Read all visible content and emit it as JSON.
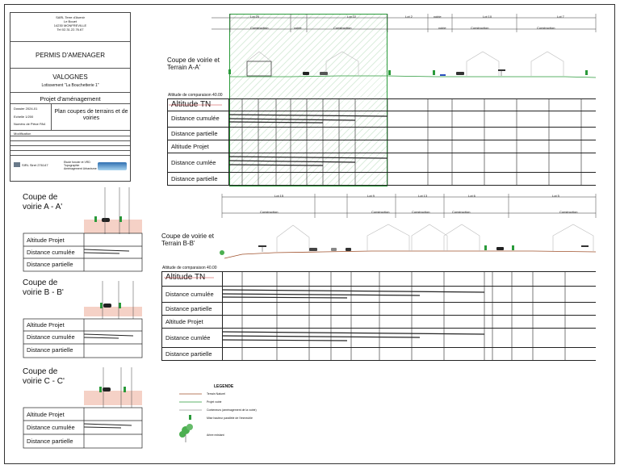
{
  "title_block": {
    "company_lines": [
      "SARL  Terre d'Avenir",
      "Le Bouet",
      "14230 MONFREVILLE",
      "Tel 02.31.22.76.67"
    ],
    "permit": "PERMIS D'AMENAGER",
    "town": "VALOGNES",
    "lot": "Lotissement \"La Bouchetterie 1\"",
    "project": "Projet d'aménagement",
    "dossier": "Dossier 2024-01",
    "echelle": "Echelle 1/200",
    "piece": "Numéro de Pièce PA4",
    "plan_title": "Plan coupes de terrains et de voiries",
    "modif": "Modification",
    "footer_left": "SIRL  Siret 276147",
    "footer_mid": "Etude foncier et VRD Topographie Aménagement Urbanisme"
  },
  "section_aa": {
    "title_line1": "Coupe de voirie et",
    "title_line2": "Terrain A-A'",
    "comparison": "Altitude de comparaison 40.00",
    "rows": [
      "Altitude TN",
      "Distance cumulée",
      "Distance partielle",
      "Altitude Projet",
      "Distance cumlée",
      "Distance partielle"
    ],
    "lots": [
      "Lot 20",
      "Lot 22",
      "Lot 2",
      "voirie",
      "Lot 10",
      "Lot 7"
    ],
    "labels": [
      "Construction",
      "voirie",
      "Construction",
      "voirie",
      "Construction",
      "Construction"
    ]
  },
  "section_bb": {
    "title_line1": "Coupe de voirie et",
    "title_line2": "Terrain B-B'",
    "comparison": "Altitude de comparaison 40.00",
    "rows": [
      "Altitude TN",
      "Distance cumulée",
      "Distance partielle",
      "Altitude Projet",
      "Distance cumlée",
      "Distance partielle"
    ],
    "lots": [
      "Lot 15",
      "Lot 9",
      "Lot 13",
      "Lot 6",
      "Lot 5"
    ],
    "labels": [
      "Construction",
      "Construction",
      "Construction",
      "Construction",
      "Construction"
    ]
  },
  "small_sections": [
    {
      "title_line1": "Coupe de",
      "title_line2": "voirie A - A'",
      "rows": [
        "Altitude Projet",
        "Distance cumulée",
        "Distance partielle"
      ]
    },
    {
      "title_line1": "Coupe de",
      "title_line2": "voirie B - B'",
      "rows": [
        "Altitude Projet",
        "Distance cumulée",
        "Distance partielle"
      ]
    },
    {
      "title_line1": "Coupe de",
      "title_line2": "voirie C - C'",
      "rows": [
        "Altitude Projet",
        "Distance cumulée",
        "Distance partielle"
      ]
    }
  ],
  "legend": {
    "title": "LEGENDE",
    "items": [
      "Terrain Naturel",
      "Projet voirie",
      "Conteneurs (aménagement de la voirie)",
      "Mise hauteur parallèle de l'immeuble",
      "Arbre existant"
    ]
  },
  "colors": {
    "green": "#2a9a3a",
    "brown": "#a0522d",
    "pink": "#f2c6b8",
    "red": "#cc3333"
  }
}
